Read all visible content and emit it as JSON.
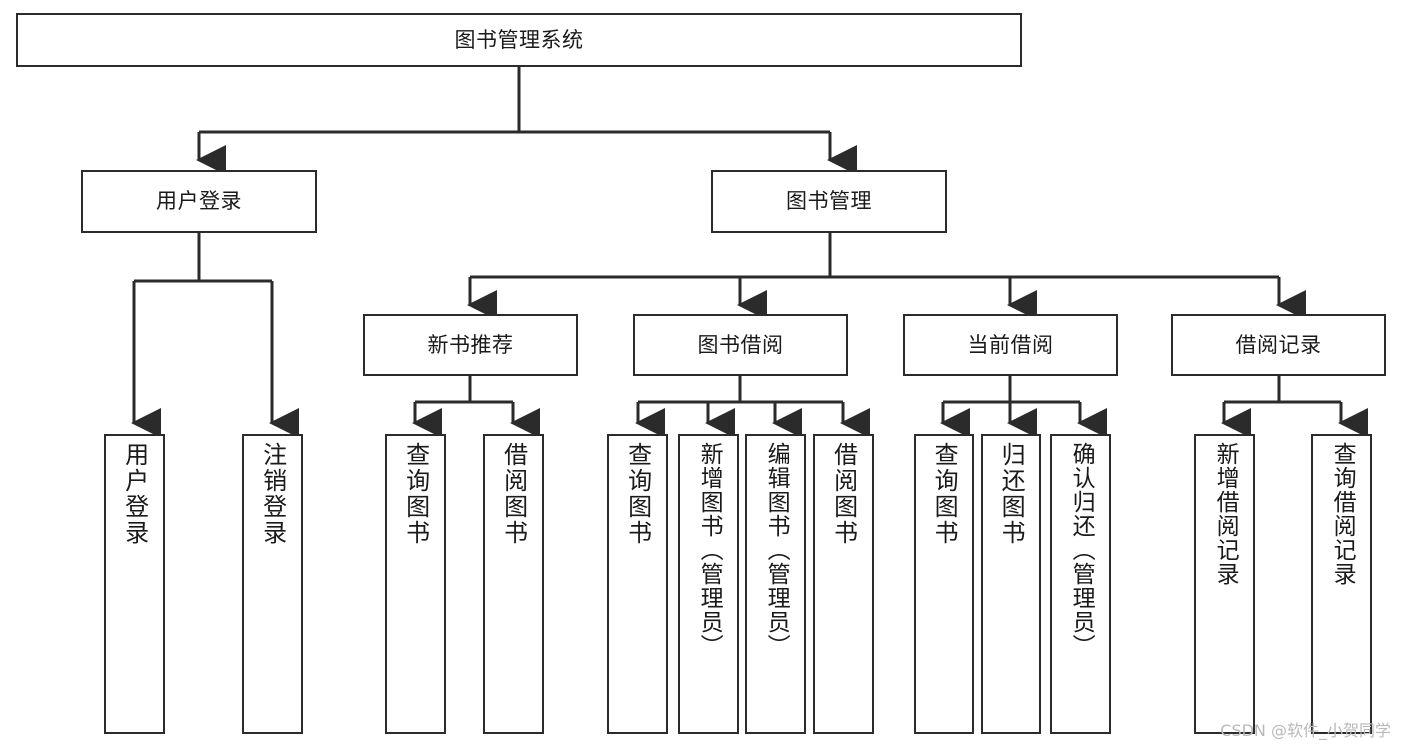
{
  "diagram": {
    "type": "tree-hierarchy-flowchart",
    "title": "图书管理系统",
    "watermark": "CSDN @软件_小贺同学",
    "colors": {
      "stroke": "#2b2b2b",
      "fill": "#ffffff",
      "text": "#1a1a1a",
      "watermark": "#b9b9b9"
    },
    "levels": [
      {
        "level": 1,
        "nodes": [
          {
            "id": "root",
            "label": "图书管理系统",
            "orientation": "horizontal"
          }
        ]
      },
      {
        "level": 2,
        "nodes": [
          {
            "id": "login",
            "label": "用户登录",
            "orientation": "horizontal"
          },
          {
            "id": "bookmgr",
            "label": "图书管理",
            "orientation": "horizontal"
          }
        ]
      },
      {
        "level": 3,
        "nodes": [
          {
            "id": "newbook",
            "label": "新书推荐",
            "orientation": "horizontal"
          },
          {
            "id": "borrow",
            "label": "图书借阅",
            "orientation": "horizontal"
          },
          {
            "id": "current",
            "label": "当前借阅",
            "orientation": "horizontal"
          },
          {
            "id": "record",
            "label": "借阅记录",
            "orientation": "horizontal"
          }
        ]
      },
      {
        "level": 4,
        "nodes": [
          {
            "id": "leaf-1",
            "parent": "login",
            "label": "用户登录",
            "orientation": "vertical"
          },
          {
            "id": "leaf-2",
            "parent": "login",
            "label": "注销登录",
            "orientation": "vertical"
          },
          {
            "id": "leaf-3",
            "parent": "newbook",
            "label": "查询图书",
            "orientation": "vertical"
          },
          {
            "id": "leaf-4",
            "parent": "newbook",
            "label": "借阅图书",
            "orientation": "vertical"
          },
          {
            "id": "leaf-5",
            "parent": "borrow",
            "label": "查询图书",
            "orientation": "vertical"
          },
          {
            "id": "leaf-6",
            "parent": "borrow",
            "label": "新增图书（管理员）",
            "orientation": "vertical"
          },
          {
            "id": "leaf-7",
            "parent": "borrow",
            "label": "编辑图书（管理员）",
            "orientation": "vertical"
          },
          {
            "id": "leaf-8",
            "parent": "borrow",
            "label": "借阅图书",
            "orientation": "vertical"
          },
          {
            "id": "leaf-9",
            "parent": "current",
            "label": "查询图书",
            "orientation": "vertical"
          },
          {
            "id": "leaf-10",
            "parent": "current",
            "label": "归还图书",
            "orientation": "vertical"
          },
          {
            "id": "leaf-11",
            "parent": "current",
            "label": "确认归还（管理员）",
            "orientation": "vertical"
          },
          {
            "id": "leaf-12",
            "parent": "record",
            "label": "新增借阅记录",
            "orientation": "vertical"
          },
          {
            "id": "leaf-13",
            "parent": "record",
            "label": "查询借阅记录",
            "orientation": "vertical"
          }
        ]
      }
    ]
  }
}
